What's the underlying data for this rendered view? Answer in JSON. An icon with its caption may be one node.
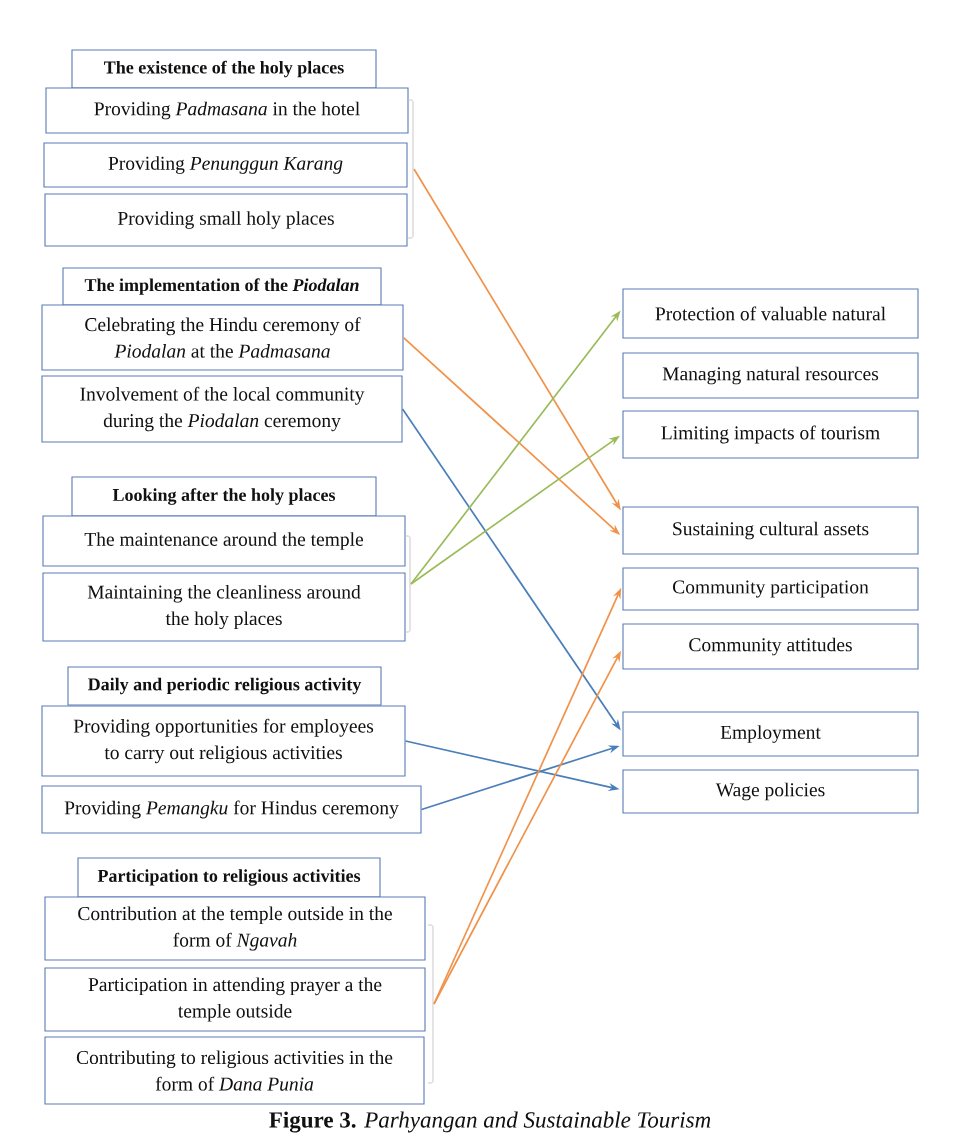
{
  "diagram": {
    "caption": "**Figure 3.** *Parhyangan and Sustainable Tourism*",
    "nodes": [
      {
        "text": [
          "The existence of the holy places"
        ]
      },
      {
        "text": [
          "Providing *Padmasana* in the hotel"
        ]
      },
      {
        "text": [
          "Providing *Penunggun Karang*"
        ]
      },
      {
        "text": [
          "Providing small holy places"
        ]
      },
      {
        "text": [
          "The implementation of the *Piodalan*"
        ]
      },
      {
        "text": [
          "Celebrating the Hindu ceremony of *Piodalan* at the *Padmasana*"
        ]
      },
      {
        "text": [
          "Involvement of the local community during the *Piodalan* ceremony"
        ]
      },
      {
        "text": [
          "Looking after the holy places"
        ]
      },
      {
        "text": [
          "The maintenance around the temple"
        ]
      },
      {
        "text": [
          "Maintaining the cleanliness around the holy places"
        ]
      },
      {
        "text": [
          "Daily and periodic religious activity"
        ]
      },
      {
        "text": [
          "Providing opportunities for employees to carry out religious activities"
        ]
      },
      {
        "text": [
          "Providing *Pemangku* for Hindus ceremony"
        ]
      },
      {
        "text": [
          "Participation to religious activities"
        ]
      },
      {
        "text": [
          "Contribution at the temple outside in the form of *Ngavah*"
        ]
      },
      {
        "text": [
          "Participation in attending prayer a the temple outside"
        ]
      },
      {
        "text": [
          "Contributing to religious activities in the form of *Dana Punia*"
        ]
      },
      {
        "text": [
          "Protection of valuable natural"
        ]
      },
      {
        "text": [
          "Managing natural resources"
        ]
      },
      {
        "text": [
          "Limiting impacts of tourism"
        ]
      },
      {
        "text": [
          "Sustaining cultural assets"
        ]
      },
      {
        "text": [
          "Community participation"
        ]
      },
      {
        "text": [
          "Community attitudes"
        ]
      },
      {
        "text": [
          "Employment"
        ]
      },
      {
        "text": [
          "Wage policies"
        ]
      }
    ],
    "edges": [
      {
        "from": 1,
        "to": 20,
        "arrow": "to"
      },
      {
        "from": 2,
        "to": 20,
        "arrow": "to"
      },
      {
        "from": 3,
        "to": 20,
        "arrow": "to"
      },
      {
        "from": 5,
        "to": 20,
        "arrow": "to"
      },
      {
        "from": 6,
        "to": 23,
        "arrow": "to",
        "color": "#4a7ebb"
      },
      {
        "from": 8,
        "to": 17,
        "arrow": "to",
        "color": "#9bbb59"
      },
      {
        "from": 8,
        "to": 19,
        "arrow": "to",
        "color": "#9bbb59"
      },
      {
        "from": 9,
        "to": 17,
        "arrow": "to",
        "color": "#9bbb59"
      },
      {
        "from": 9,
        "to": 19,
        "arrow": "to",
        "color": "#9bbb59"
      },
      {
        "from": 11,
        "to": 24,
        "arrow": "to",
        "color": "#4a7ebb"
      },
      {
        "from": 12,
        "to": 23,
        "arrow": "to",
        "color": "#4a7ebb"
      },
      {
        "from": 14,
        "to": 21,
        "arrow": "to"
      },
      {
        "from": 14,
        "to": 22,
        "arrow": "to"
      },
      {
        "from": 15,
        "to": 21,
        "arrow": "to"
      },
      {
        "from": 15,
        "to": 22,
        "arrow": "to"
      },
      {
        "from": 16,
        "to": 21,
        "arrow": "to"
      },
      {
        "from": 16,
        "to": 22,
        "arrow": "to"
      }
    ]
  }
}
